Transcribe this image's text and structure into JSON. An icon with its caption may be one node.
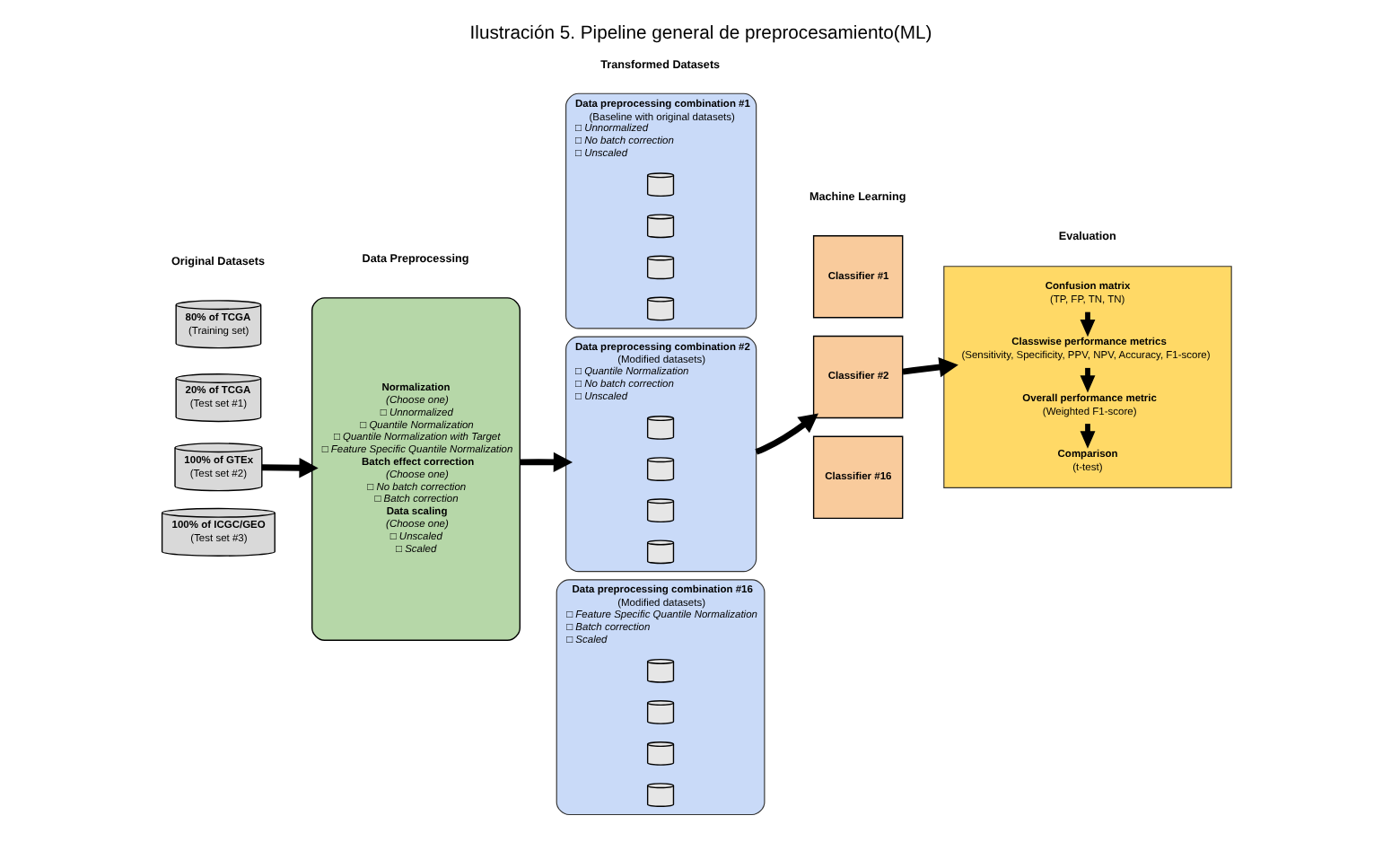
{
  "diagram": {
    "title": "Ilustración 5. Pipeline general de preprocesamiento(ML)",
    "nodes": [
      {
        "text": [
          "80% of TCGA",
          "(Training set)"
        ]
      },
      {
        "text": [
          "20% of TCGA",
          "(Test set #1)"
        ]
      },
      {
        "text": [
          "100% of GTEx",
          "(Test set #2)"
        ]
      },
      {
        "text": [
          "100% of ICGC/GEO",
          "(Test set #3)"
        ]
      },
      {
        "text": [
          "Normalization",
          "(Choose one)",
          "□ Unnormalized",
          "□ Quantile Normalization",
          "□ Quantile Normalization with Target",
          "□ Feature Specific Quantile Normalization",
          "Batch effect correction",
          "(Choose one)",
          "□ No batch correction",
          "□ Batch correction",
          "Data scaling",
          "(Choose one)",
          "□ Unscaled",
          "□ Scaled"
        ]
      },
      {
        "text": [
          "Data preprocessing combination #1",
          "(Baseline with original datasets)",
          "□ Unnormalized",
          "□ No batch correction",
          "□ Unscaled"
        ]
      },
      {
        "text": [],
        "shape": "cylinder",
        "in": 5
      },
      {
        "text": [],
        "shape": "cylinder",
        "in": 5
      },
      {
        "text": [],
        "shape": "cylinder",
        "in": 5
      },
      {
        "text": [],
        "shape": "cylinder",
        "in": 5
      },
      {
        "text": [
          "Data preprocessing combination #2",
          "(Modified datasets)",
          "□ Quantile Normalization",
          "□ No batch correction",
          "□ Unscaled"
        ]
      },
      {
        "text": [],
        "shape": "cylinder",
        "in": 10
      },
      {
        "text": [],
        "shape": "cylinder",
        "in": 10
      },
      {
        "text": [],
        "shape": "cylinder",
        "in": 10
      },
      {
        "text": [],
        "shape": "cylinder",
        "in": 10
      },
      {
        "text": [
          "Data preprocessing combination #16",
          "(Modified datasets)",
          "□ Feature Specific Quantile Normalization",
          "□ Batch correction",
          "□ Scaled"
        ]
      },
      {
        "text": [],
        "shape": "cylinder",
        "in": 15
      },
      {
        "text": [],
        "shape": "cylinder",
        "in": 15
      },
      {
        "text": [],
        "shape": "cylinder",
        "in": 15
      },
      {
        "text": [],
        "shape": "cylinder",
        "in": 15
      },
      {
        "text": [
          "Classifier #1"
        ]
      },
      {
        "text": [
          "Classifier #2"
        ]
      },
      {
        "text": [
          "Classifier #16"
        ]
      },
      {
        "text": [],
        "shape": "box"
      },
      {
        "text": [
          "Confusion matrix",
          "(TP, FP, TN, TN)"
        ],
        "in": 23
      },
      {
        "text": [
          "Classwise performance metrics",
          "(Sensitivity, Specificity, PPV, NPV, Accuracy, F1-score)"
        ],
        "in": 23
      },
      {
        "text": [
          "Overall performance metric",
          "(Weighted F1-score)"
        ],
        "in": 23
      },
      {
        "text": [
          "Comparison",
          "(t-test)"
        ],
        "in": 23
      }
    ],
    "edges": [
      {
        "from": 2,
        "to": 4,
        "arrow": "to"
      },
      {
        "from": 4,
        "to": 12,
        "arrow": "to"
      },
      {
        "from": 12,
        "to": 21,
        "arrow": "to"
      },
      {
        "from": 21,
        "to": 25,
        "arrow": "to"
      },
      {
        "from": 24,
        "to": 25,
        "arrow": "to"
      },
      {
        "from": 25,
        "to": 26,
        "arrow": "to"
      },
      {
        "from": 26,
        "to": 27,
        "arrow": "to"
      }
    ],
    "labels": [
      "Original Datasets",
      "Data Preprocessing",
      "Transformed Datasets",
      "Machine Learning",
      "Evaluation"
    ]
  }
}
